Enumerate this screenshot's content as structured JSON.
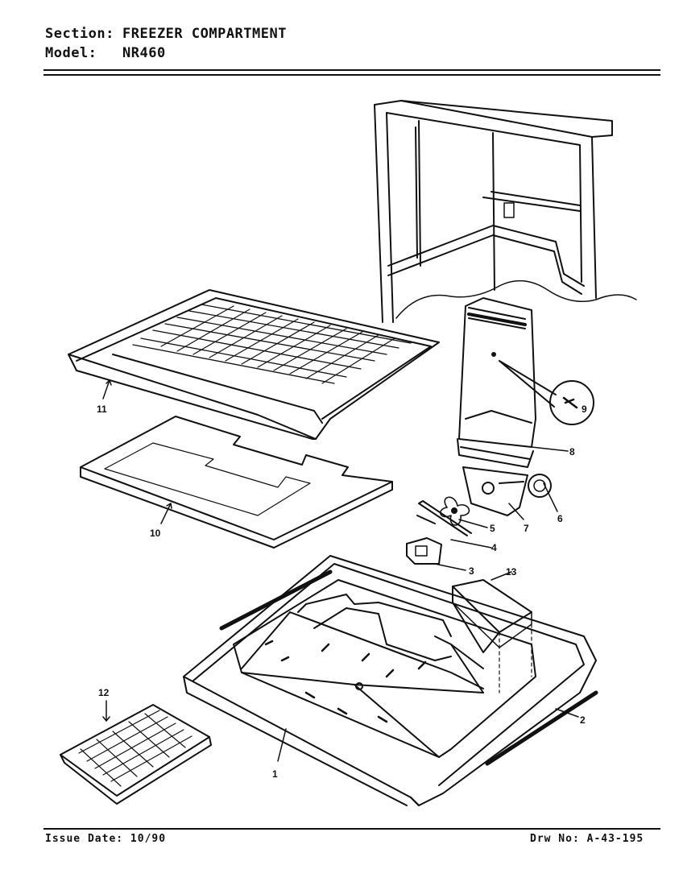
{
  "header": {
    "section_label": "Section:",
    "section_value": "FREEZER COMPARTMENT",
    "model_label": "Model:",
    "model_value": "NR460"
  },
  "footer": {
    "issue_date": "Issue Date: 10/90",
    "drawing_number": "Drw No: A-43-195"
  },
  "callouts": {
    "c1": "1",
    "c2": "2",
    "c3": "3",
    "c4": "4",
    "c5": "5",
    "c6": "6",
    "c7": "7",
    "c8": "8",
    "c9": "9",
    "c10": "10",
    "c11": "11",
    "c12": "12",
    "c13": "13"
  }
}
